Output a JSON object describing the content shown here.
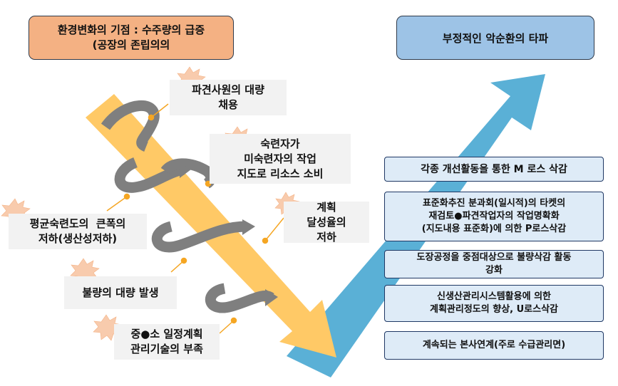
{
  "left_header": {
    "line1": "환경변화의 기점 : 수주량의 급증",
    "line2": "(공장의 존립의의"
  },
  "right_header": "부정적인 악순환의 타파",
  "left_labels": [
    {
      "lines": [
        "파견사원의 대량",
        "채용"
      ]
    },
    {
      "lines": [
        "숙련자가",
        "미숙련자의 작업",
        "지도로 리소스 소비"
      ]
    },
    {
      "lines": [
        "계획",
        "달성율의",
        "저하"
      ]
    },
    {
      "lines": [
        "평균숙련도의  큰폭의",
        "저하(생산성저하)"
      ]
    },
    {
      "lines": [
        "불량의 대량 발생"
      ]
    },
    {
      "lines": [
        "중●소 일정계획",
        "관리기술의 부족"
      ]
    }
  ],
  "right_items": [
    {
      "lines": [
        "각종 개선활동을 통한 M 로스 삭감"
      ]
    },
    {
      "lines": [
        "표준화추진 분과회(일시적)의 타켓의",
        "재검토●파견작업자의 작업명확화",
        "(지도내용 표준화)에 의한 P로스삭감"
      ]
    },
    {
      "lines": [
        "도장공정을 중점대상으로 불량삭감 활동",
        "강화"
      ]
    },
    {
      "lines": [
        "신생산관리시스템활용에 의한",
        "계획관리정도의 향상, U로스삭감"
      ]
    },
    {
      "lines": [
        "계속되는 본사연계(주로 수급관리면)"
      ]
    }
  ],
  "colors": {
    "down_arrow": "#ffc966",
    "up_arrow": "#5ab0d6",
    "spiral": "#7f7f7f",
    "connector": "#f5a623",
    "burst": "#f8cbad"
  }
}
